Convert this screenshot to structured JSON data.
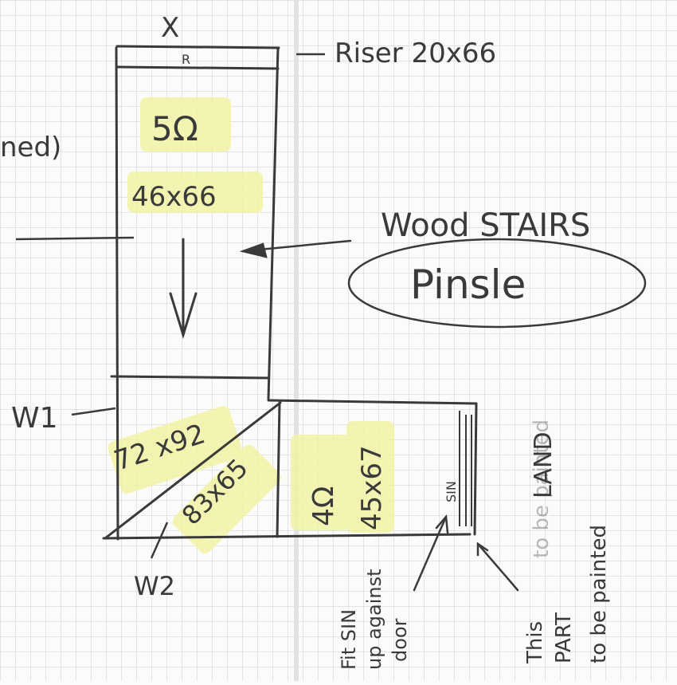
{
  "sketch": {
    "corner_mark": "X",
    "riser_small": "R",
    "riser_label": "Riser 20x66",
    "upper_run_count": "5Ω",
    "upper_run_size": "46x66",
    "margin_text": "ned)",
    "material_label": "Wood STAIRS",
    "style_label": "Pinsle",
    "winder_1": "W1",
    "winder_2": "W2",
    "winder_1_size": "72 x92",
    "winder_2_size": "83x65",
    "lower_run_count": "4Ω",
    "lower_run_size": "45x67",
    "stub_mark": "SIN",
    "land_label": "LAND",
    "fit_note_lines": [
      "Fit SIN",
      "up against",
      "door"
    ],
    "paint_note_lines": [
      "This",
      "PART",
      "to be painted"
    ],
    "painted_note": "to be painted"
  },
  "colors": {
    "paper": "#fbfbfa",
    "grid": "#c9cdd3",
    "ink": "#3a3a3a",
    "highlight": "#f3f2a4"
  }
}
